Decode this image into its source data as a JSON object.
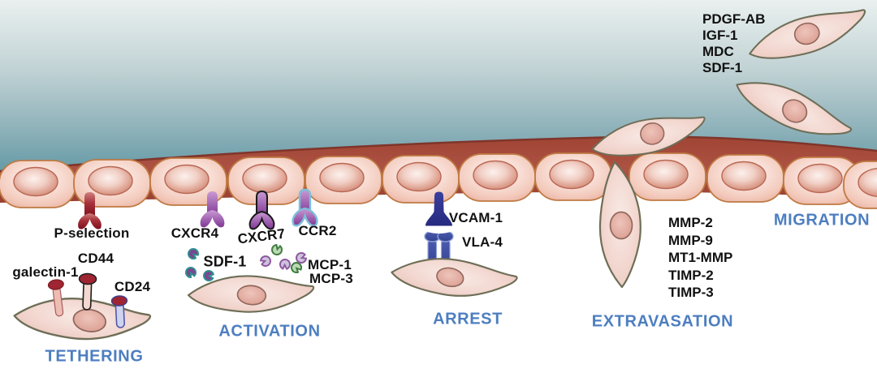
{
  "title": "Stages of cell tethering, activation, arrest, extravasation and migration across endothelium",
  "colors": {
    "stage_label": "#4d7ec0",
    "molecule_label": "#111111",
    "vessel_wall": "#a44a38",
    "lumen_gradient_top": "#eaf0ef",
    "lumen_gradient_bottom": "#669ba7",
    "cell_fill": "#f3d9d2",
    "receptor_purple": "#8a3f9b",
    "receptor_red": "#8c1622",
    "receptor_blue": "#2e3190"
  },
  "stages": {
    "tethering": {
      "label": "TETHERING",
      "molecules": {
        "p_selection": "P-selection",
        "cd44": "CD44",
        "galectin_1": "galectin-1",
        "cd24": "CD24"
      }
    },
    "activation": {
      "label": "ACTIVATION",
      "molecules": {
        "cxcr4": "CXCR4",
        "cxcr7": "CXCR7",
        "ccr2": "CCR2",
        "sdf1": "SDF-1",
        "mcp1": "MCP-1",
        "mcp3": "MCP-3"
      }
    },
    "arrest": {
      "label": "ARREST",
      "molecules": {
        "vcam1": "VCAM-1",
        "vla4": "VLA-4"
      }
    },
    "extravasation": {
      "label": "EXTRAVASATION",
      "proteases": [
        "MMP-2",
        "MMP-9",
        "MT1-MMP",
        "TIMP-2",
        "TIMP-3"
      ]
    },
    "migration": {
      "label": "MIGRATION",
      "factors": [
        "PDGF-AB",
        "IGF-1",
        "MDC",
        "SDF-1"
      ]
    }
  }
}
